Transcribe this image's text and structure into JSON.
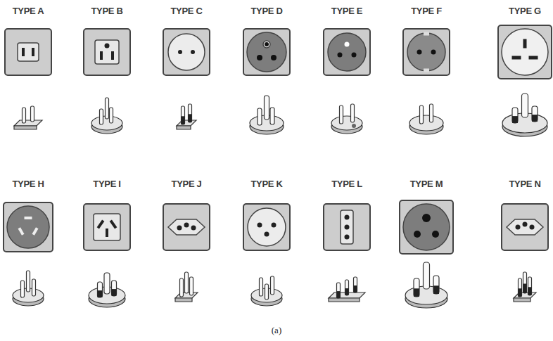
{
  "diagram": {
    "caption": "(a)",
    "labels": [
      "TYPE A",
      "TYPE B",
      "TYPE C",
      "TYPE D",
      "TYPE E",
      "TYPE F",
      "TYPE G",
      "TYPE H",
      "TYPE I",
      "TYPE J",
      "TYPE K",
      "TYPE L",
      "TYPE M",
      "TYPE N"
    ]
  }
}
